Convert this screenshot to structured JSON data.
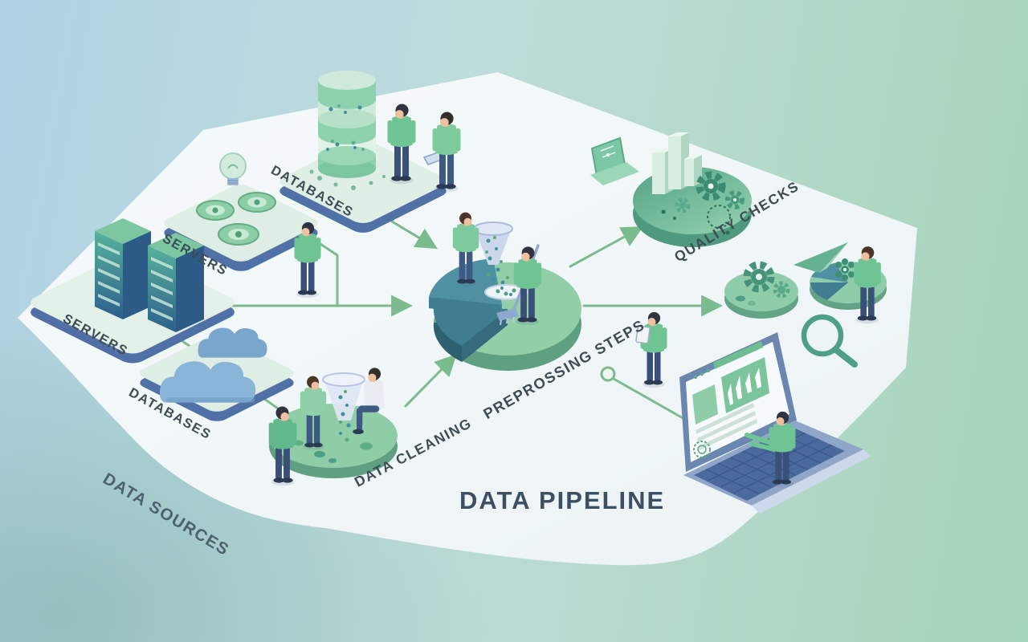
{
  "title": "DATA PIPELINE",
  "labels": {
    "databases_top": "DATABASES",
    "servers_board": "SERVERS",
    "servers_racks": "SERVERS",
    "databases_clouds": "DATABASES",
    "data_sources": "DATA SOURCES",
    "data_cleaning": "DATA CLEANING",
    "preprocessing_steps": "PREPROSSING STEPS",
    "quality_checks": "QUALITY CHECKS"
  },
  "colors": {
    "background_blue": "#b0d2e4",
    "background_green": "#a4d4b9",
    "panel_white": "#f2f7f9",
    "connector_green": "#7cbb8e",
    "label_dark": "#3e4c55",
    "title_dark": "#3d4f63",
    "accent_green": "#8fcda9",
    "accent_teal": "#4f90a2",
    "platform_side_blue": "#4f71a6"
  },
  "illustration": {
    "style": "isometric flat illustration of a data pipeline",
    "components": [
      "database-cylinder-stack",
      "light-bulb",
      "circuit-board-discs",
      "server-racks",
      "cloud-storage",
      "data-cleaning-funnel",
      "pie-chart-platform",
      "mop",
      "gears",
      "bar-columns",
      "mini-laptop",
      "gear-disc",
      "pie-gear-disc",
      "paper-plane",
      "magnifying-glass",
      "dashboard-laptop",
      "clipboard"
    ],
    "people_count": 11
  }
}
